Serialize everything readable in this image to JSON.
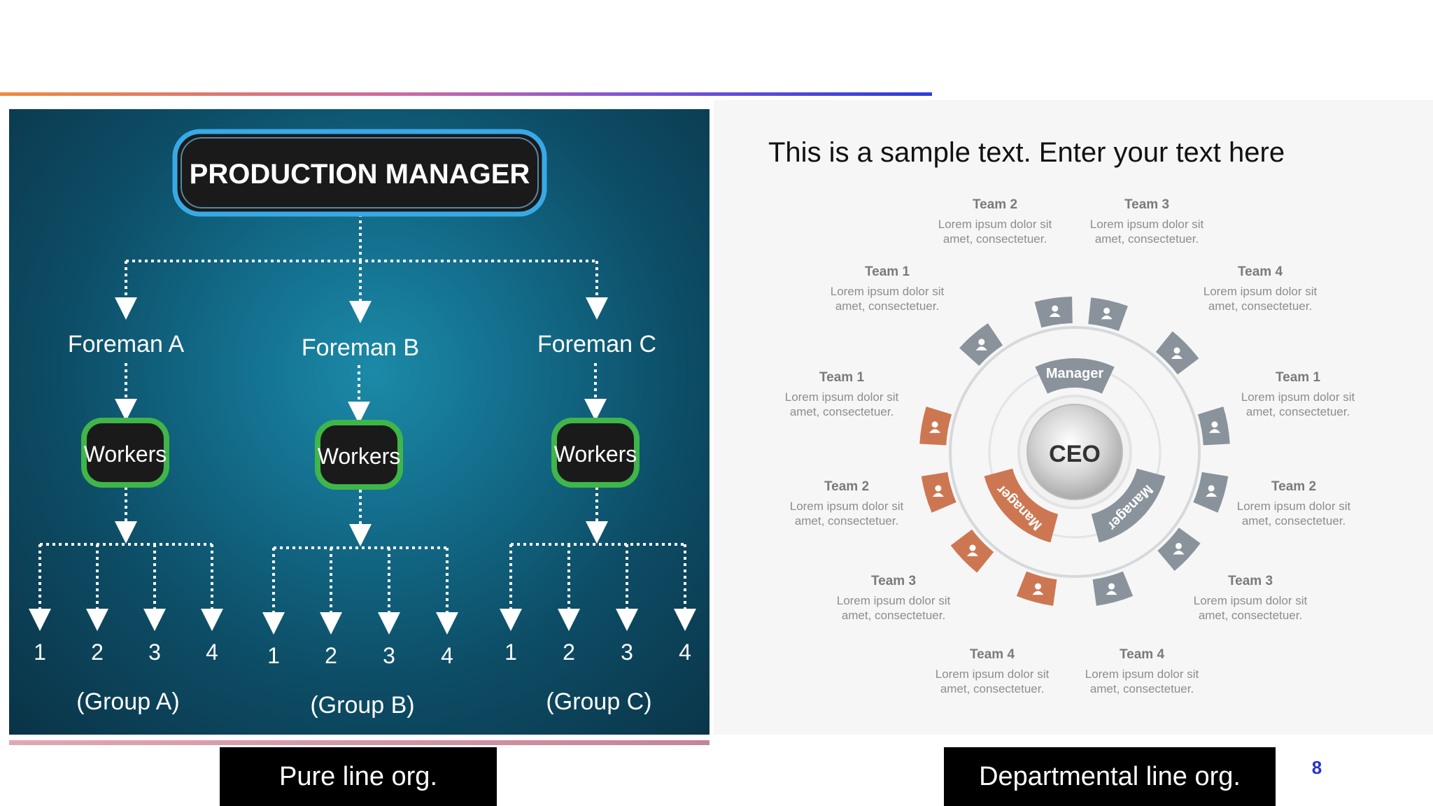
{
  "pure_line": {
    "top": "PRODUCTION MANAGER",
    "foremen": [
      {
        "name": "Foreman A",
        "workers": "Workers",
        "group": "(Group A)",
        "numbers": [
          "1",
          "2",
          "3",
          "4"
        ]
      },
      {
        "name": "Foreman B",
        "workers": "Workers",
        "group": "(Group B)",
        "numbers": [
          "1",
          "2",
          "3",
          "4"
        ]
      },
      {
        "name": "Foreman C",
        "workers": "Workers",
        "group": "(Group C)",
        "numbers": [
          "1",
          "2",
          "3",
          "4"
        ]
      }
    ]
  },
  "departmental": {
    "title": "This is a sample text. Enter your text here",
    "center": "CEO",
    "managers": [
      "Manager",
      "Manager",
      "Manager"
    ],
    "lorem_line1": "Lorem ipsum dolor sit",
    "lorem_line2": "amet, consectetuer.",
    "teams": [
      {
        "label": "Team 2"
      },
      {
        "label": "Team 3"
      },
      {
        "label": "Team 1"
      },
      {
        "label": "Team 4"
      },
      {
        "label": "Team 1"
      },
      {
        "label": "Team 1"
      },
      {
        "label": "Team 2"
      },
      {
        "label": "Team 2"
      },
      {
        "label": "Team 3"
      },
      {
        "label": "Team 3"
      },
      {
        "label": "Team 4"
      },
      {
        "label": "Team 4"
      }
    ],
    "colors": {
      "gray": "#8a939c",
      "orange": "#cd7752",
      "ring": "#d6d9dc"
    }
  },
  "captions": {
    "left": "Pure line org.",
    "right": "Departmental line org."
  },
  "page_number": "8"
}
